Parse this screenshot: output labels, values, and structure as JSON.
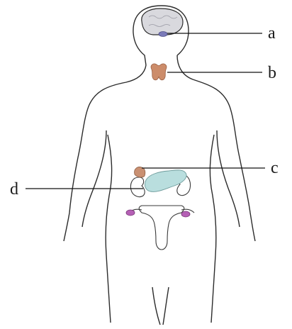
{
  "labels": {
    "a": "a",
    "b": "b",
    "c": "c",
    "d": "d"
  },
  "colors": {
    "outline": "#2b2b2b",
    "brain": "#d9d9de",
    "pituitary": "#7a7ab8",
    "thyroid": "#cc8c6a",
    "adrenal": "#c99072",
    "pancreas": "#b9dede",
    "kidney_outline": "#3a3a3a",
    "ovary": "#b560b5",
    "leader_line": "#111111"
  }
}
